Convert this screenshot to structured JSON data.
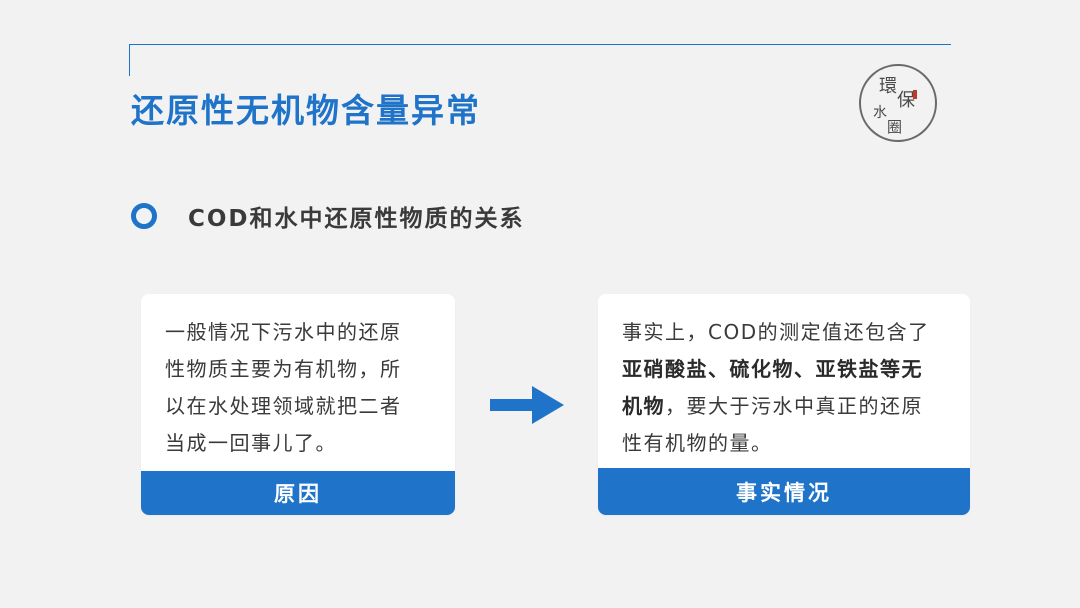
{
  "header": {
    "title": "还原性无机物含量异常",
    "logo_text": [
      "環",
      "保",
      "水",
      "圈"
    ]
  },
  "section": {
    "title": "COD和水中还原性物质的关系"
  },
  "cards": [
    {
      "body_lines": [
        "一般情况下污水中的还原",
        "性物质主要为有机物，所",
        "以在水处理领域就把二者",
        "当成一回事儿了。"
      ],
      "footer": "原因"
    },
    {
      "body": {
        "line1": "事实上，COD的测定值还包含了",
        "bold1": "亚硝酸盐、硫化物、亚铁盐等无",
        "bold2": "机物",
        "rest2": "，要大于污水中真正的还原",
        "line4": "性有机物的量。"
      },
      "footer": "事实情况"
    }
  ],
  "colors": {
    "accent": "#1f73c8",
    "background": "#f2f2f2",
    "text": "#3a3a3a",
    "seal_red": "#c0392b"
  },
  "icons": {
    "bullet": "ring-bullet-icon",
    "arrow": "arrow-right-icon",
    "seal": "seal-logo-icon"
  }
}
